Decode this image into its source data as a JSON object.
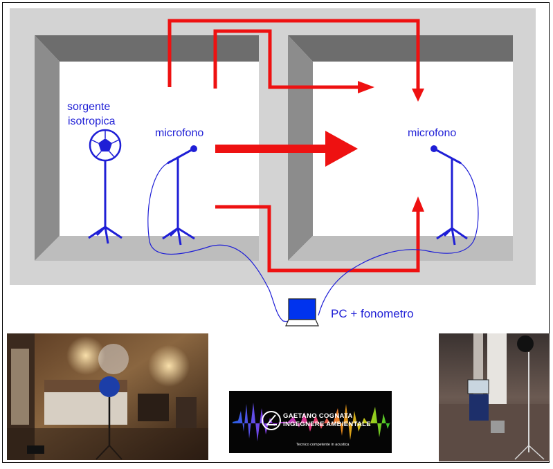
{
  "labels": {
    "source": [
      "sorgente",
      "isotropica"
    ],
    "mic_left": "microfono",
    "mic_right": "microfono",
    "pc": "PC + fonometro"
  },
  "logo": {
    "name_line1": "GAETANO COGNATA",
    "name_line2": "INGEGNERE AMBIENTALE",
    "tagline": "Tecnico competente in acustica"
  },
  "colors": {
    "wall_outer": "#d3d3d3",
    "wall_side": "#8c8c8c",
    "wall_top": "#6d6d6d",
    "floor": "#bdbdbd",
    "figure_blue": "#1f1fd6",
    "path_red": "#ee1111",
    "laptop_screen": "#0033ee"
  },
  "icons": {
    "source": "dodecahedron-speaker-icon",
    "microphone": "microphone-stand-icon",
    "laptop": "laptop-icon"
  }
}
